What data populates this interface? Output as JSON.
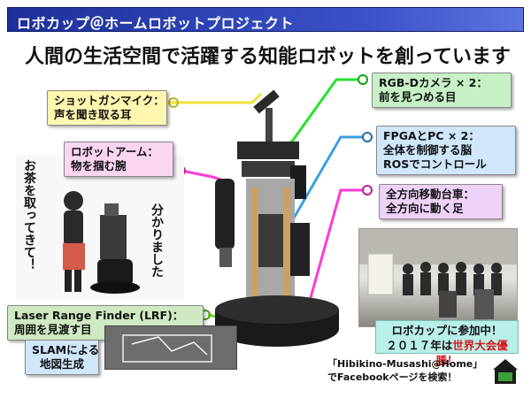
{
  "header": {
    "title": "ロボカップ＠ホームロボットプロジェクト",
    "subtitle": "人間の生活空間で活躍する知能ロボットを創っています"
  },
  "callouts": {
    "mic": {
      "line1": "ショットガンマイク：",
      "line2": "声を聞き取る耳"
    },
    "arm": {
      "line1": "ロボットアーム：",
      "line2": "物を掴む腕"
    },
    "camera": {
      "line1": "RGB-Dカメラ × 2：",
      "line2": "前を見つめる目"
    },
    "fpga": {
      "line1": "FPGAとPC × 2：",
      "line2": "全体を制御する脳",
      "line3": "ROSでコントロール"
    },
    "base": {
      "line1": "全方向移動台車：",
      "line2": "全方向に動く足"
    },
    "lrf": {
      "line1": "Laser Range Finder (LRF)：",
      "line2": "周囲を見渡す目"
    },
    "slam": {
      "line1": "SLAMによる",
      "line2": "地図生成"
    }
  },
  "speech": {
    "request": "お茶を取ってきて！",
    "reply": "分かりました"
  },
  "team": {
    "line1": "ロボカップに参加中！",
    "line2_prefix": "２０１７年は",
    "line2_highlight": "世界大会優勝",
    "line2_suffix": "！"
  },
  "footer": {
    "line1": "「Hibikino-Musashi@Home」",
    "line2": "でFacebookページを検索！"
  },
  "colors": {
    "title_bg": "#2a3fb0",
    "leader_yellow": "#f0e23a",
    "leader_pink": "#ff3ad2",
    "leader_green": "#29e02f",
    "leader_blue": "#3aa0e0",
    "leader_lrf": "#7cdc2a",
    "highlight_red": "#d31a1a"
  }
}
